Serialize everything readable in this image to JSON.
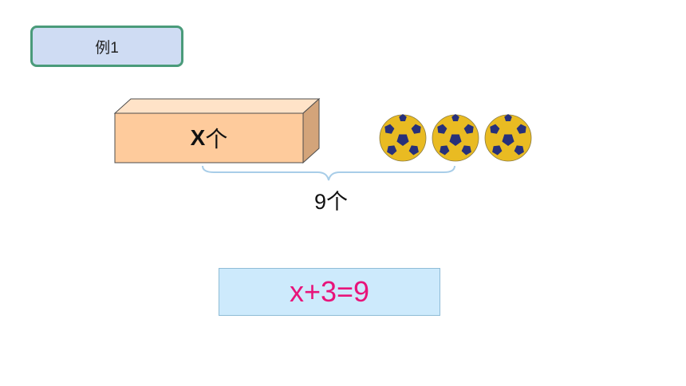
{
  "example_tag": {
    "label": "例1"
  },
  "box": {
    "variable": "X",
    "unit": "个",
    "colors": {
      "front": "#fecb9c",
      "top": "#ffe3c8",
      "side": "#d3a47a",
      "stroke": "#4d4d4d"
    }
  },
  "balls": {
    "count": 3,
    "icon": "soccer-ball-icon",
    "colors": {
      "base": "#e9bb22",
      "patch": "#27307a"
    }
  },
  "total": {
    "label": "9个"
  },
  "equation": {
    "text": "x+3=9",
    "color": "#e8147a"
  },
  "colors": {
    "tag_bg": "#cfdcf3",
    "tag_border": "#4a9b7a",
    "equation_bg": "#cdeafc",
    "brace": "#a8cde8"
  }
}
